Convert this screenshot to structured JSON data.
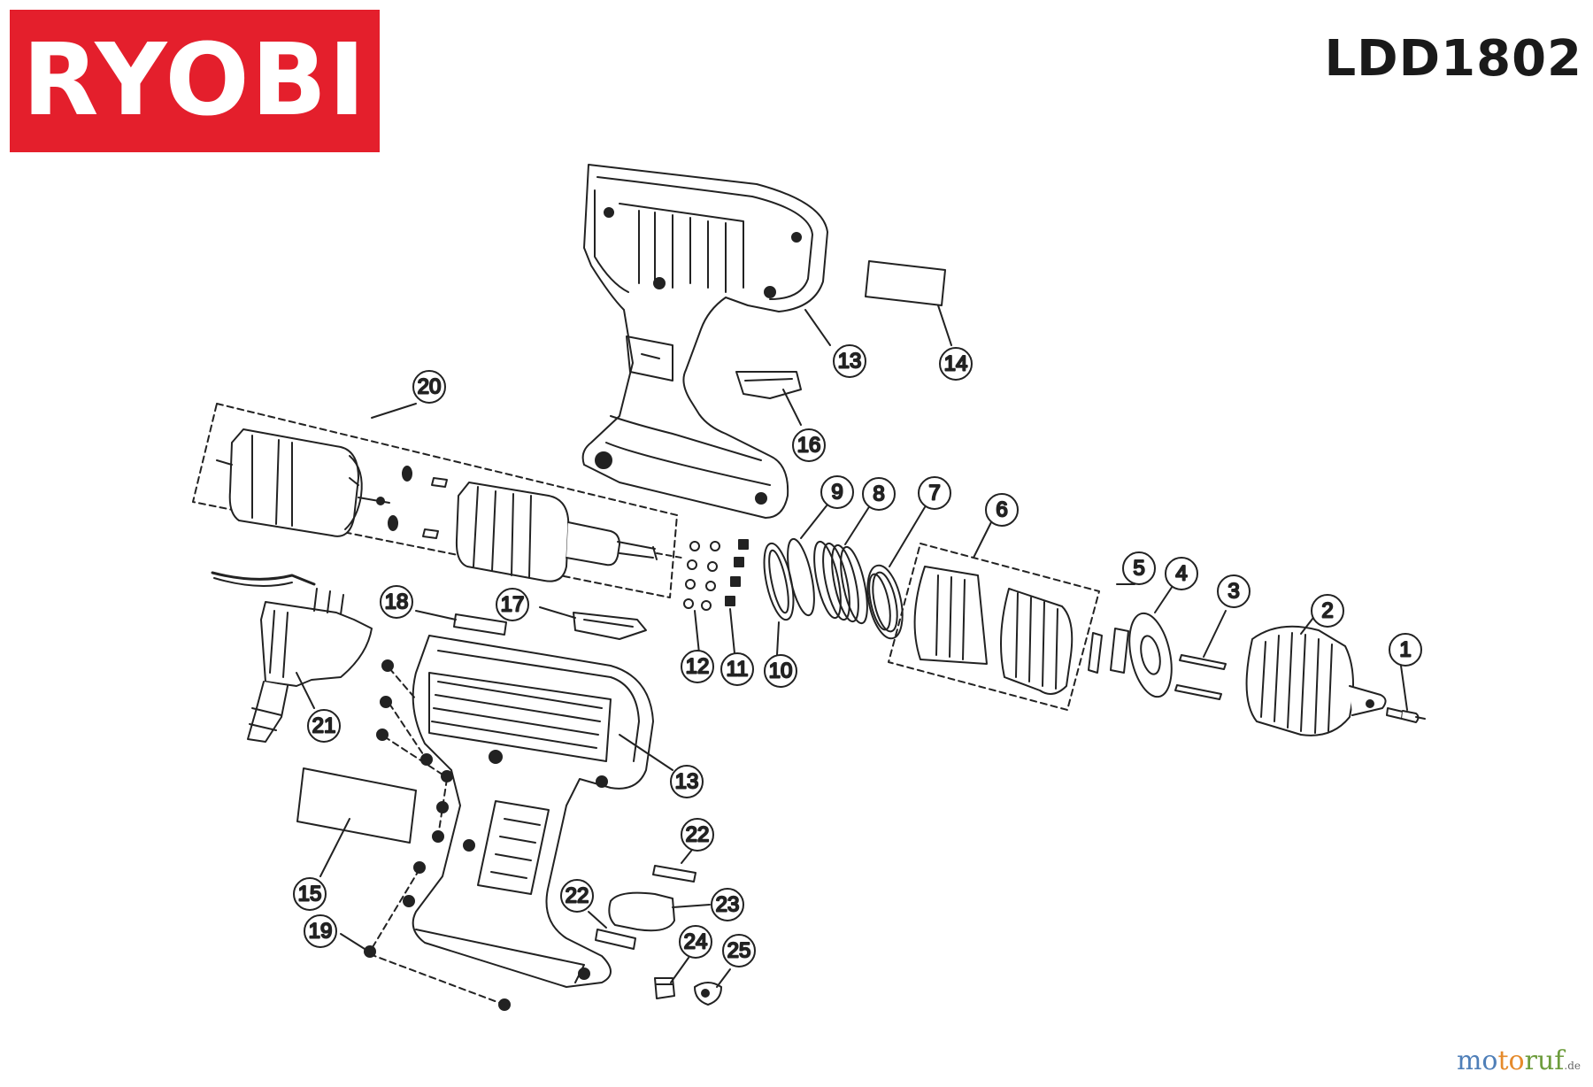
{
  "header": {
    "brand": "RYOBI",
    "model": "LDD1802",
    "brand_color": "#e41f2c"
  },
  "watermark": {
    "part1": "mo",
    "part2": "to",
    "part3": "ruf",
    "suffix": ".de"
  },
  "callouts": [
    "1",
    "2",
    "3",
    "4",
    "5",
    "6",
    "7",
    "8",
    "9",
    "10",
    "11",
    "12",
    "13",
    "13",
    "14",
    "15",
    "16",
    "17",
    "18",
    "19",
    "20",
    "21",
    "22",
    "22",
    "23",
    "24",
    "25"
  ]
}
